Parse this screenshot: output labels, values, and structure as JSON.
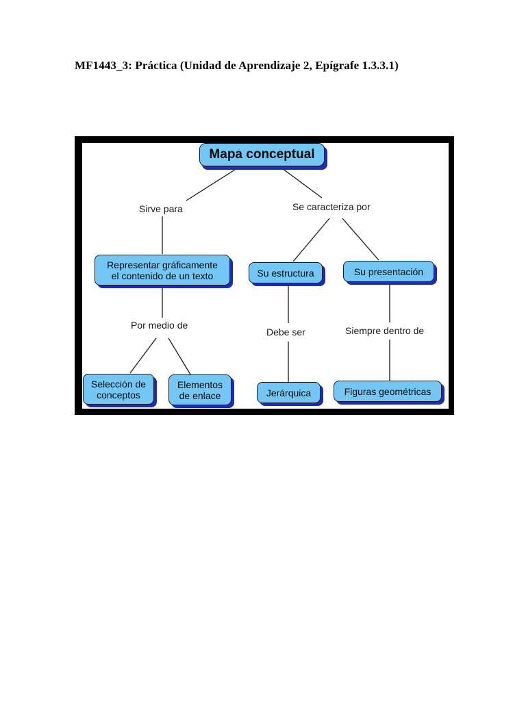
{
  "document": {
    "heading": "MF1443_3: Práctica (Unidad de Aprendizaje 2, Epígrafe 1.3.3.1)"
  },
  "concept_map": {
    "root": "Mapa conceptual",
    "link_labels": {
      "serves_for": "Sirve para",
      "characterized_by": "Se caracteriza por",
      "by_means_of": "Por medio de",
      "must_be": "Debe ser",
      "always_within": "Siempre dentro de"
    },
    "nodes": {
      "represent": "Representar gráficamente\nel contenido de un texto",
      "structure": "Su estructura",
      "presentation": "Su presentación",
      "selection": "Selección de\nconceptos",
      "elements": "Elementos\nde enlace",
      "hierarchical": "Jerárquica",
      "figures": "Figuras geométricas"
    },
    "colors": {
      "node_fill": "#74c6f4",
      "node_shadow": "#1c2bb8",
      "frame": "#000000"
    }
  }
}
